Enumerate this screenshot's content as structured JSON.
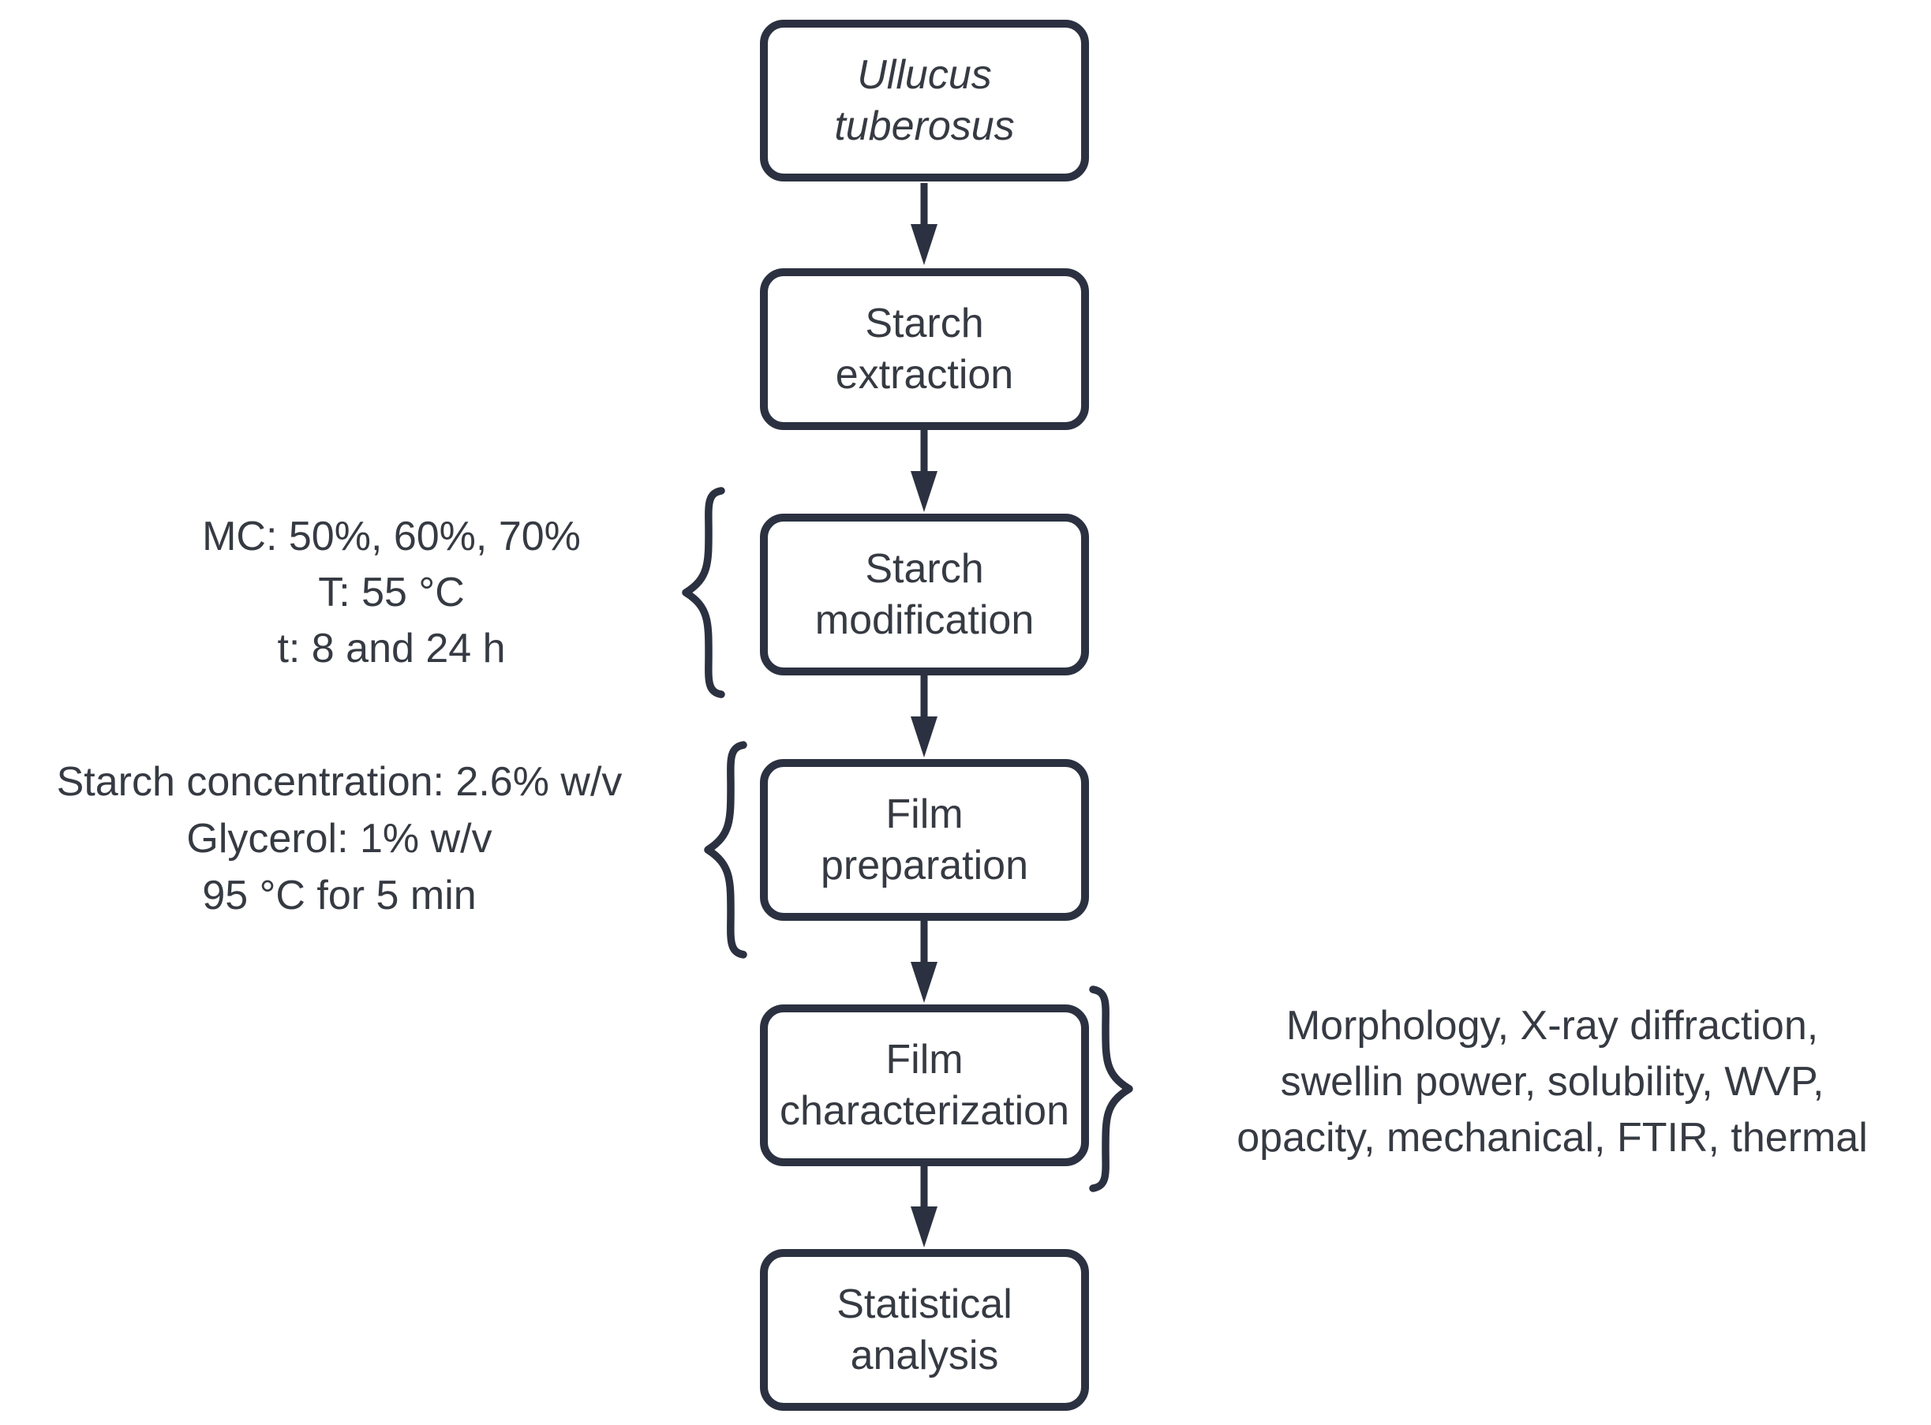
{
  "diagram": {
    "type": "flowchart",
    "direction": "top-down",
    "colors": {
      "line": "#2b3140",
      "text": "#363a42",
      "background": "#ffffff"
    },
    "nodes": [
      {
        "id": "ullucus-tuberosus",
        "lines": [
          "Ullucus",
          "tuberosus"
        ],
        "italic": true
      },
      {
        "id": "starch-extraction",
        "lines": [
          "Starch",
          "extraction"
        ]
      },
      {
        "id": "starch-modification",
        "lines": [
          "Starch",
          "modification"
        ]
      },
      {
        "id": "film-preparation",
        "lines": [
          "Film",
          "preparation"
        ]
      },
      {
        "id": "film-characterization",
        "lines": [
          "Film",
          "characterization"
        ]
      },
      {
        "id": "statistical-analysis",
        "lines": [
          "Statistical",
          "analysis"
        ]
      }
    ],
    "edges": [
      {
        "from": "ullucus-tuberosus",
        "to": "starch-extraction"
      },
      {
        "from": "starch-extraction",
        "to": "starch-modification"
      },
      {
        "from": "starch-modification",
        "to": "film-preparation"
      },
      {
        "from": "film-preparation",
        "to": "film-characterization"
      },
      {
        "from": "film-characterization",
        "to": "statistical-analysis"
      }
    ],
    "annotations": [
      {
        "side": "left",
        "target": "starch-modification",
        "lines": [
          "MC: 50%, 60%, 70%",
          "T: 55 °C",
          "t: 8 and 24 h"
        ]
      },
      {
        "side": "left",
        "target": "film-preparation",
        "lines": [
          "Starch concentration: 2.6% w/v",
          "Glycerol: 1% w/v",
          "95 °C for 5 min"
        ]
      },
      {
        "side": "right",
        "target": "film-characterization",
        "lines": [
          "Morphology, X-ray diffraction,",
          "swellin power, solubility, WVP,",
          "opacity, mechanical, FTIR, thermal"
        ]
      }
    ]
  }
}
